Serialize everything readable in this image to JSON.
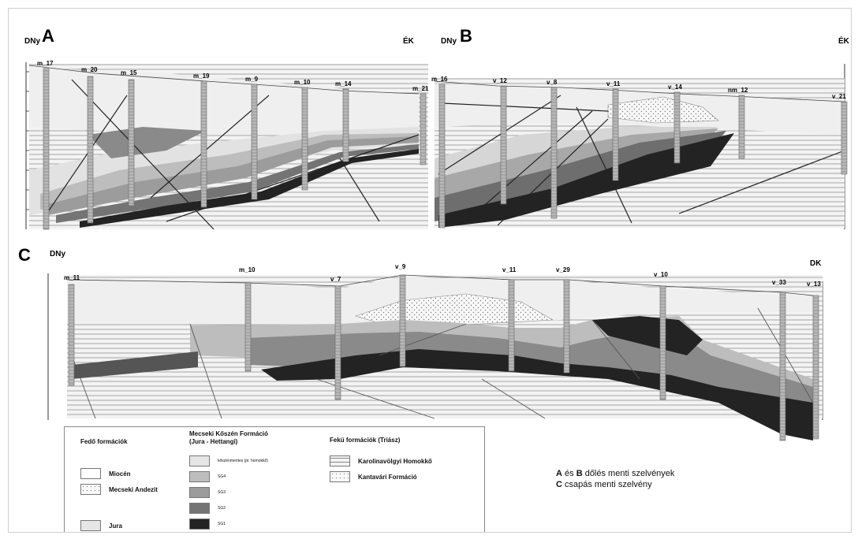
{
  "panels": {
    "A": {
      "letter": "A",
      "left_dir": "DNy",
      "right_dir": "ÉK",
      "wells": [
        "m_17",
        "m_20",
        "m_15",
        "m_19",
        "m_9",
        "m_10",
        "m_14",
        "m_21"
      ]
    },
    "B": {
      "letter": "B",
      "left_dir": "DNy",
      "right_dir": "ÉK",
      "wells": [
        "m_16",
        "v_12",
        "v_8",
        "v_11",
        "v_14",
        "nm_12",
        "v_21"
      ]
    },
    "C": {
      "letter": "C",
      "left_dir": "DNy",
      "right_dir": "DK",
      "wells": [
        "m_11",
        "m_10",
        "v_7",
        "v_9",
        "v_11",
        "v_29",
        "v_10",
        "v_33",
        "v_13"
      ]
    }
  },
  "legend": {
    "overlying": {
      "title": "Fedő formációk",
      "items": [
        {
          "label": "Miocén",
          "pattern": "blank"
        },
        {
          "label": "Mecseki Andezit",
          "pattern": "dots"
        },
        {
          "label": "Jura",
          "pattern": "light"
        }
      ]
    },
    "mecsek": {
      "title_line1": "Mecseki Kőszén Formáció",
      "title_line2": "(Jura - Hettangi)",
      "items": [
        {
          "label": "kőszénmentes (pl. homokkő)",
          "color": "#e6e6e6"
        },
        {
          "label": "SG4",
          "color": "#bdbdbd"
        },
        {
          "label": "SG3",
          "color": "#9c9c9c"
        },
        {
          "label": "SG2",
          "color": "#747474"
        },
        {
          "label": "SG1",
          "color": "#232323"
        }
      ]
    },
    "underlying": {
      "title": "Fekü formációk (Triász)",
      "items": [
        {
          "label": "Karolinavölgyi Homokkő",
          "pattern": "hatch"
        },
        {
          "label": "Kantavári Formáció",
          "pattern": "dots"
        }
      ]
    }
  },
  "notes": {
    "line1_bold": "A",
    "line1_mid": " és ",
    "line1_bold2": "B",
    "line1_rest": " dőlés menti szelvények",
    "line2_bold": "C",
    "line2_rest": " csapás menti szelvény"
  },
  "colors": {
    "sg1": "#232323",
    "sg2": "#747474",
    "sg3": "#9c9c9c",
    "sg4": "#bdbdbd",
    "nonCoal": "#e6e6e6",
    "jura": "#ececec"
  }
}
